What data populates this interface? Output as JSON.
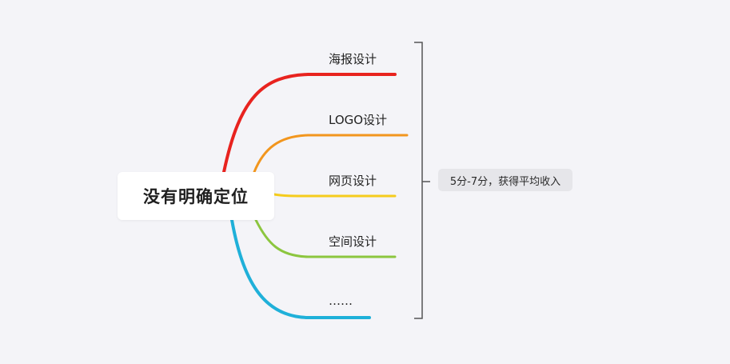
{
  "root": {
    "label": "没有明确定位"
  },
  "branches": [
    {
      "label": "海报设计",
      "color": "#e8231f"
    },
    {
      "label": "LOGO设计",
      "color": "#f2961e"
    },
    {
      "label": "网页设计",
      "color": "#f5cc1d"
    },
    {
      "label": "空间设计",
      "color": "#8cc63f"
    },
    {
      "label": "……",
      "color": "#1fb0d9"
    }
  ],
  "summary": {
    "label": "5分-7分，获得平均收入",
    "bracket_color": "#555555"
  }
}
